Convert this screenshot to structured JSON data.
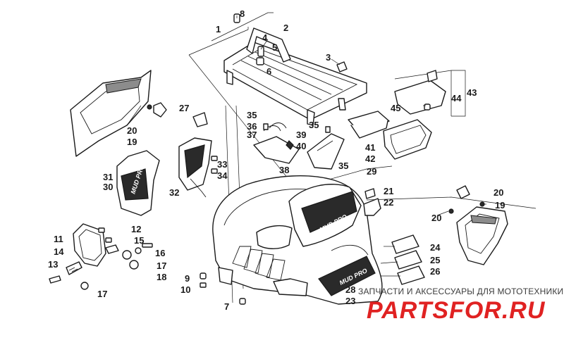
{
  "diagram": {
    "callouts": [
      "1",
      "2",
      "3",
      "4",
      "5",
      "6",
      "7",
      "8",
      "9",
      "10",
      "11",
      "12",
      "13",
      "14",
      "15",
      "16",
      "17",
      "17",
      "18",
      "19",
      "19",
      "20",
      "20",
      "21",
      "22",
      "23",
      "24",
      "25",
      "26",
      "27",
      "28",
      "29",
      "30",
      "31",
      "32",
      "33",
      "34",
      "35",
      "35",
      "35",
      "36",
      "37",
      "38",
      "39",
      "40",
      "41",
      "42",
      "43",
      "44",
      "45"
    ]
  },
  "watermark": {
    "tagline": "ЗАПЧАСТИ И АКСЕССУАРЫ ДЛЯ МОТОТЕХНИКИ",
    "brand": "PARTSFOR.RU"
  },
  "decals": {
    "hood_logo": "MUD PRO",
    "side_logo": "MUD PRO",
    "panel_logo": "MUD PRO"
  },
  "colors": {
    "line": "#1a1a1a",
    "brand_red": "#e02222",
    "decal_dark": "#2a2a2a"
  }
}
